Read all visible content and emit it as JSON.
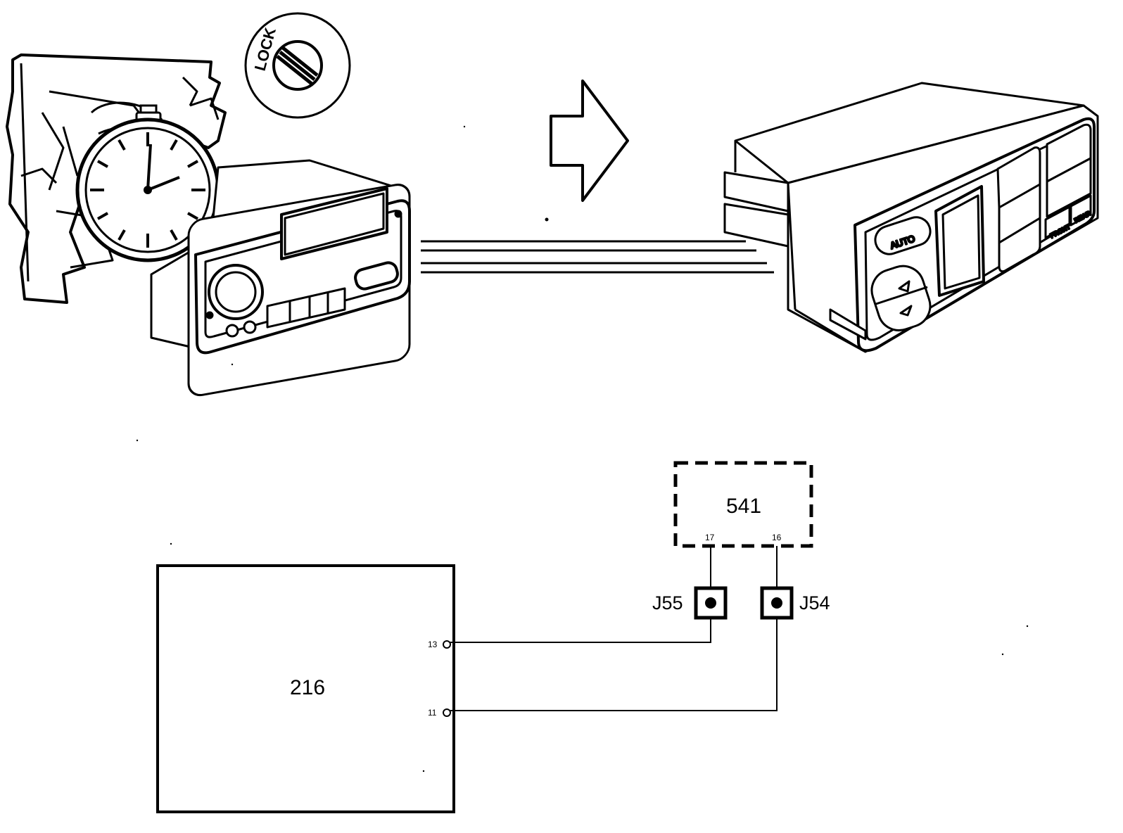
{
  "illustration": {
    "ignition_lock_label": "LOCK",
    "climate_panel_auto_label": "AUTO",
    "climate_panel_defrost_label": "FRONT",
    "climate_panel_rear_label": "REAR",
    "clock_icon": "stopwatch-icon",
    "arrow_icon": "right-arrow-icon"
  },
  "schematic": {
    "component_216": {
      "label": "216",
      "pin_top": "13",
      "pin_bottom": "11"
    },
    "component_541": {
      "label": "541",
      "pin_left": "17",
      "pin_right": "16"
    },
    "connector_left": "J55",
    "connector_right": "J54"
  }
}
